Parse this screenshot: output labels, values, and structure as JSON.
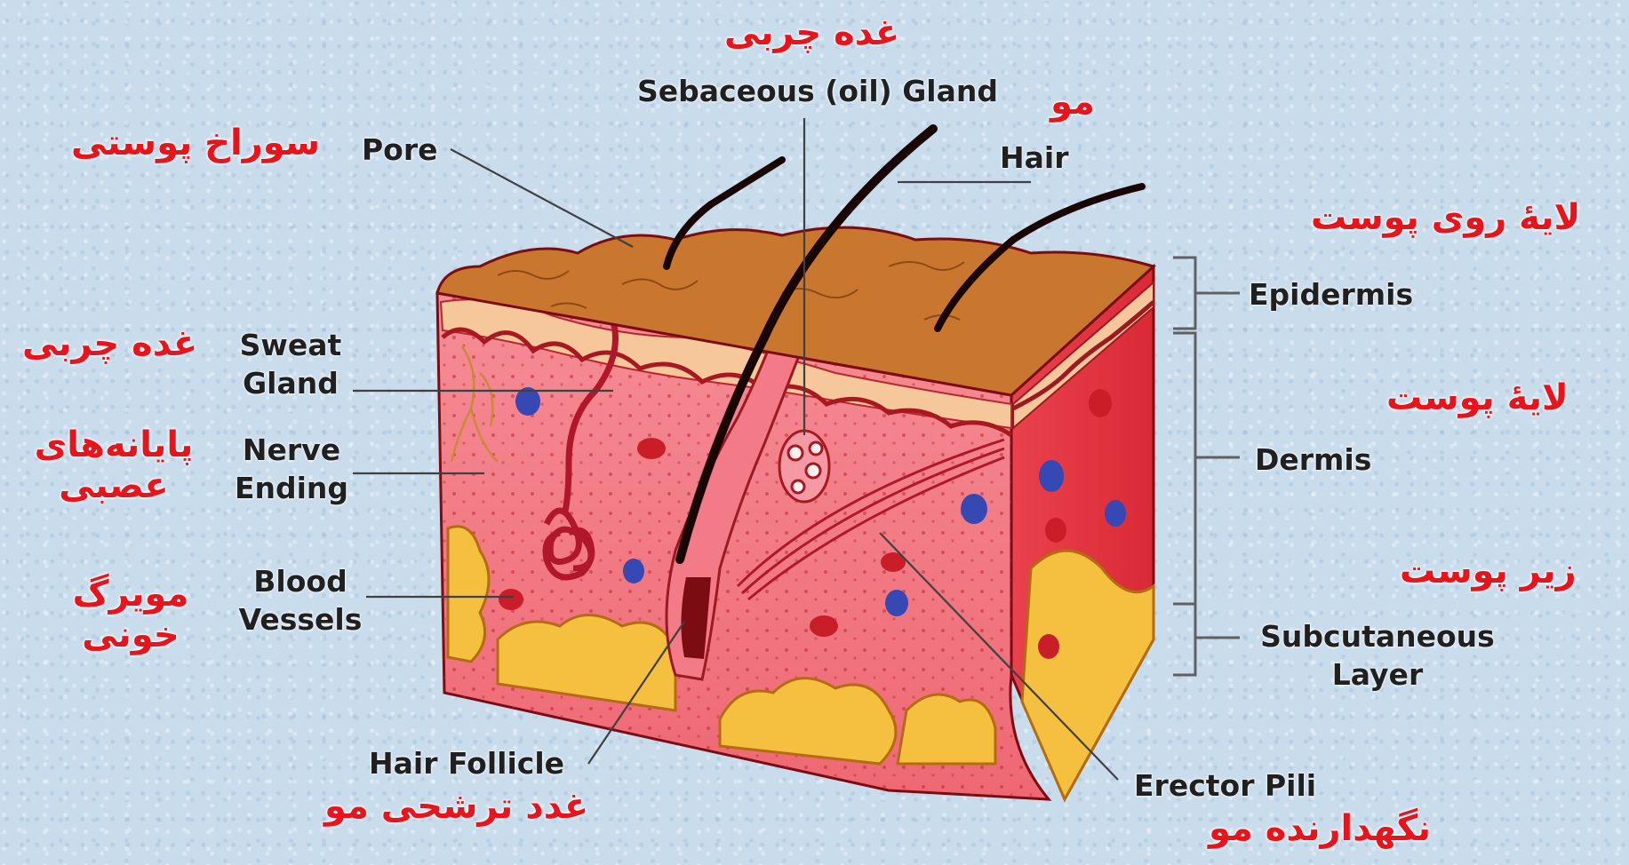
{
  "labels_en": {
    "sebaceous": "Sebaceous (oil) Gland",
    "pore": "Pore",
    "hair": "Hair",
    "epidermis": "Epidermis",
    "sweat_1": "Sweat",
    "sweat_2": "Gland",
    "nerve_1": "Nerve",
    "nerve_2": "Ending",
    "dermis": "Dermis",
    "blood_1": "Blood",
    "blood_2": "Vessels",
    "subcut_1": "Subcutaneous",
    "subcut_2": "Layer",
    "follicle": "Hair Follicle",
    "erector": "Erector Pili"
  },
  "labels_fa": {
    "sebaceous": "غده چربی",
    "hair": "مو",
    "pore": "سوراخ پوستی",
    "epidermis": "لایهٔ روی پوست",
    "sweat": "غده چربی",
    "dermis": "لایهٔ پوست",
    "nerve_1": "پایانه‌های",
    "nerve_2": "عصبی",
    "subcut": "زیر پوست",
    "blood_1": "مویرگ",
    "blood_2": "خونی",
    "follicle": "غدد ترشحی مو",
    "erector": "نگهدارنده مو"
  },
  "colors": {
    "label_en": "#202020",
    "label_fa": "#e8141c",
    "background": "#c9dcec",
    "epidermis_top": "#c9772e",
    "dermis": "#f07a88",
    "subcutaneous_fat": "#f5c040",
    "outline": "#7a0c12"
  }
}
